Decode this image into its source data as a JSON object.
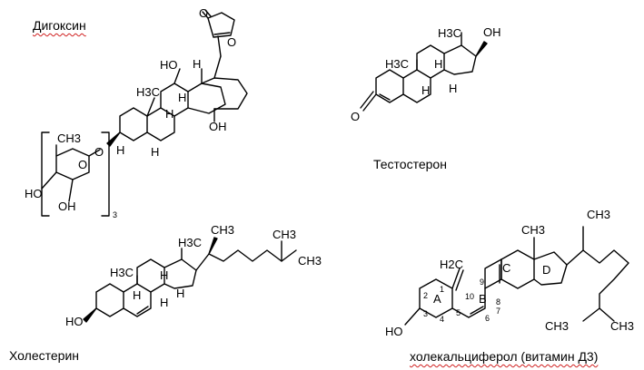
{
  "captions": {
    "digoxin": "Дигоксин",
    "testosterone": "Тестостерон",
    "cholesterol": "Холестерин",
    "cholecalciferol": "холекальциферол (витамин Д3)"
  },
  "digoxin_labels": {
    "oxo": "O",
    "ring_o": "O",
    "ho": "HO",
    "h3c": "H3C",
    "h": "H",
    "oh": "OH",
    "sugar_ch3": "CH3",
    "sugar_o": "O",
    "link_o": "O",
    "sugar_ho": "HO",
    "sugar_oh": "OH",
    "subscript": "3"
  },
  "testosterone_labels": {
    "h3c_top": "H3C",
    "oh": "OH",
    "h3c_mid": "H3C",
    "h": "H",
    "o": "O"
  },
  "cholesterol_labels": {
    "ch3_side": "CH3",
    "ch3_end": "CH3",
    "h3c_top": "H3C",
    "h3c_left": "H3C",
    "h": "H",
    "ho": "HO"
  },
  "cholecalciferol_labels": {
    "ch3_top": "CH3",
    "ch3_end": "CH3",
    "h2c": "H2C",
    "ho": "HO",
    "ring_a": "A",
    "ring_b": "B",
    "ring_c": "C",
    "ring_d": "D",
    "numbers": [
      "1",
      "2",
      "3",
      "4",
      "5",
      "6",
      "7",
      "8",
      "9",
      "10"
    ]
  }
}
